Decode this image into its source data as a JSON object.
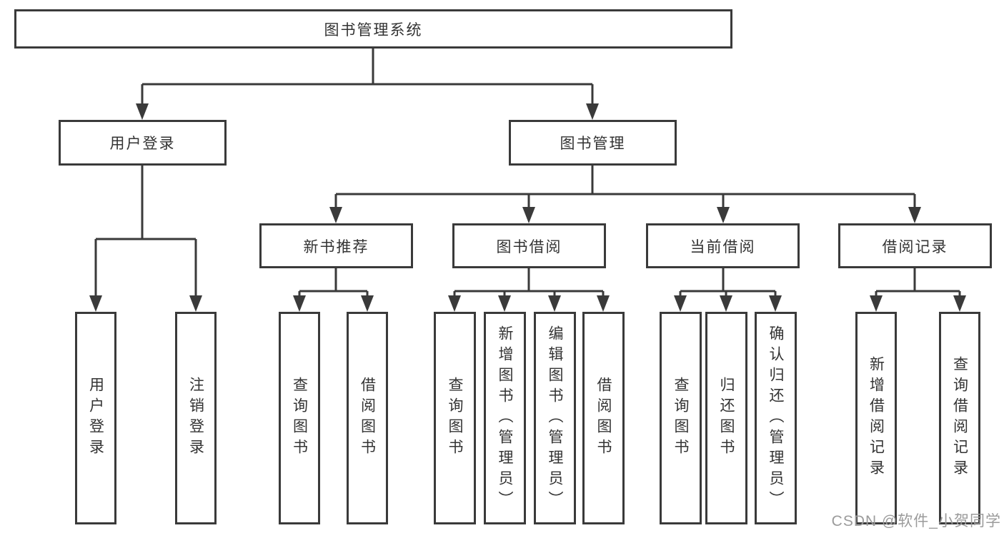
{
  "colors": {
    "line": "#3a3a3a",
    "text": "#333333",
    "background": "#ffffff",
    "watermark": "#9b9b9b"
  },
  "watermark": {
    "text": "CSDN @软件_小贺同学"
  },
  "tree": {
    "root": {
      "label": "图书管理系统",
      "children": [
        {
          "label": "用户登录",
          "children": [
            {
              "label": "用户登录"
            },
            {
              "label": "注销登录"
            }
          ]
        },
        {
          "label": "图书管理",
          "children": [
            {
              "label": "新书推荐",
              "children": [
                {
                  "label": "查询图书"
                },
                {
                  "label": "借阅图书"
                }
              ]
            },
            {
              "label": "图书借阅",
              "children": [
                {
                  "label": "查询图书"
                },
                {
                  "label": "新增图书（管理员）"
                },
                {
                  "label": "编辑图书（管理员）"
                },
                {
                  "label": "借阅图书"
                }
              ]
            },
            {
              "label": "当前借阅",
              "children": [
                {
                  "label": "查询图书"
                },
                {
                  "label": "归还图书"
                },
                {
                  "label": "确认归还（管理员）"
                }
              ]
            },
            {
              "label": "借阅记录",
              "children": [
                {
                  "label": "新增借阅记录"
                },
                {
                  "label": "查询借阅记录"
                }
              ]
            }
          ]
        }
      ]
    }
  }
}
